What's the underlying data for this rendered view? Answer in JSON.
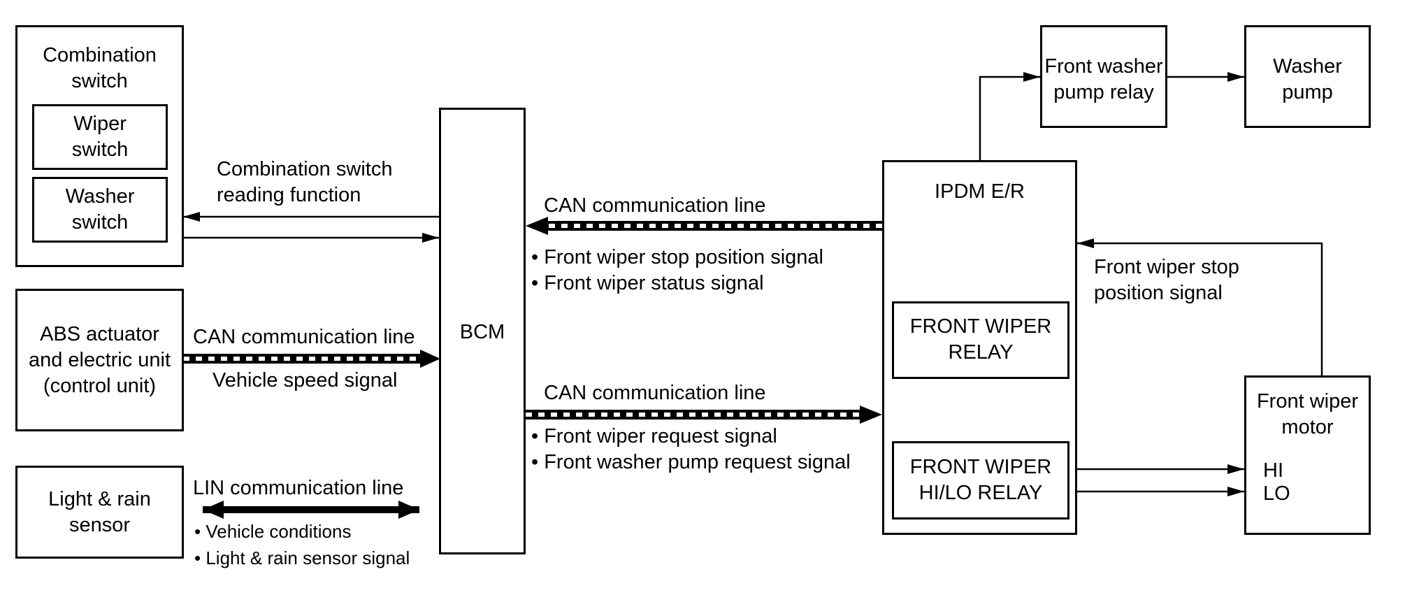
{
  "blocks": {
    "combination_switch": {
      "line1": "Combination",
      "line2": "switch"
    },
    "wiper_switch": {
      "line1": "Wiper",
      "line2": "switch"
    },
    "washer_switch": {
      "line1": "Washer",
      "line2": "switch"
    },
    "abs_unit": {
      "line1": "ABS actuator",
      "line2": "and electric unit",
      "line3": "(control unit)"
    },
    "light_rain_sensor": {
      "line1": "Light & rain",
      "line2": "sensor"
    },
    "bcm": {
      "label": "BCM"
    },
    "ipdm": {
      "label": "IPDM E/R"
    },
    "front_wiper_relay": {
      "line1": "FRONT WIPER",
      "line2": "RELAY"
    },
    "front_wiper_hilo_relay": {
      "line1": "FRONT WIPER",
      "line2": "HI/LO RELAY"
    },
    "front_washer_pump_relay": {
      "line1": "Front washer",
      "line2": "pump relay"
    },
    "washer_pump": {
      "line1": "Washer",
      "line2": "pump"
    },
    "front_wiper_motor": {
      "line1": "Front wiper",
      "line2": "motor",
      "hi": "HI",
      "lo": "LO"
    }
  },
  "signals": {
    "combination_switch_reading": {
      "line1": "Combination switch",
      "line2": "reading function"
    },
    "abs_can": {
      "line": "CAN communication line",
      "signal": "Vehicle speed signal"
    },
    "lin": {
      "line": "LIN communication line",
      "item1": "• Vehicle conditions",
      "item2": "• Light & rain sensor signal"
    },
    "can_ipdm_to_bcm": {
      "line": "CAN communication line",
      "item1": "• Front wiper stop position signal",
      "item2": "• Front wiper status signal"
    },
    "can_bcm_to_ipdm": {
      "line": "CAN communication line",
      "item1": "• Front wiper request signal",
      "item2": "• Front washer pump request signal"
    },
    "stop_position_feedback": {
      "line1": "Front wiper stop",
      "line2": "position signal"
    }
  }
}
